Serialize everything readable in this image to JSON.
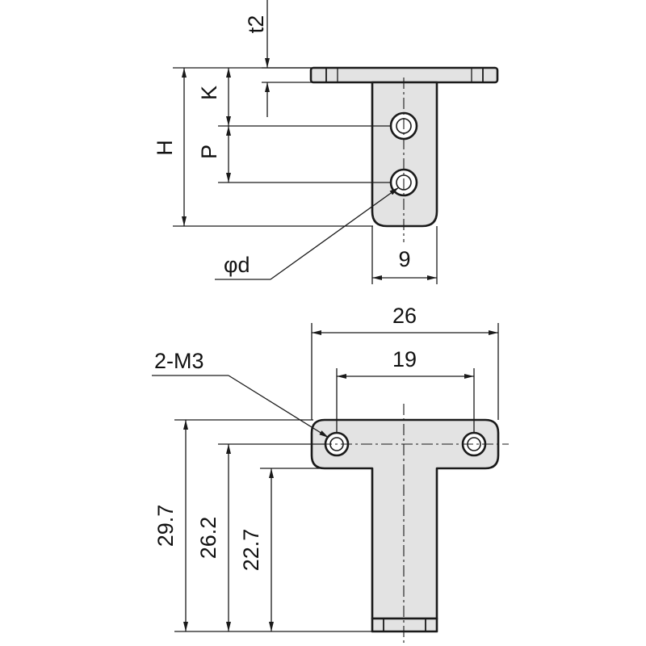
{
  "side_view": {
    "label_t2": "t2",
    "label_K": "K",
    "label_P": "P",
    "label_H": "H",
    "label_width": "9",
    "label_hole": "φd"
  },
  "front_view": {
    "label_overall_width": "26",
    "label_hole_pitch": "19",
    "label_thread": "2-M3",
    "label_height_top": "29.7",
    "label_height_holes": "26.2",
    "label_height_neck": "22.7"
  },
  "colors": {
    "part_fill": "#e3e3e3",
    "line": "#1a1a1a"
  }
}
